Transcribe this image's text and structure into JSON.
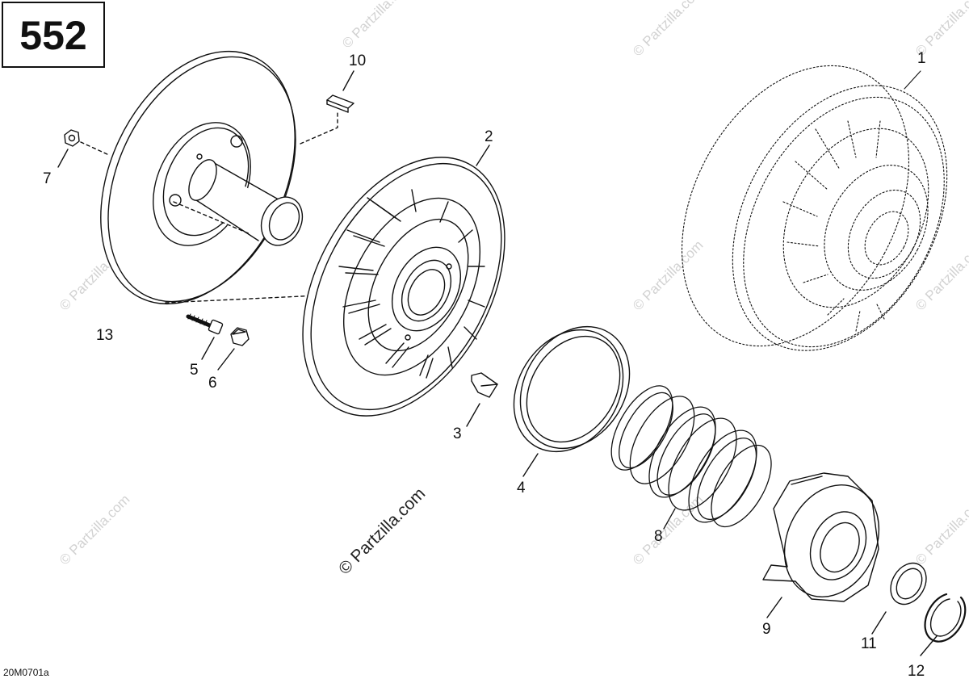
{
  "page_number": "552",
  "figure_code": "20M0701a",
  "watermark": "© Partzilla.com",
  "callouts": {
    "c1": "1",
    "c2": "2",
    "c3": "3",
    "c4": "4",
    "c5": "5",
    "c6": "6",
    "c7": "7",
    "c8": "8",
    "c9": "9",
    "c10": "10",
    "c11": "11",
    "c12": "12",
    "c13": "13"
  }
}
